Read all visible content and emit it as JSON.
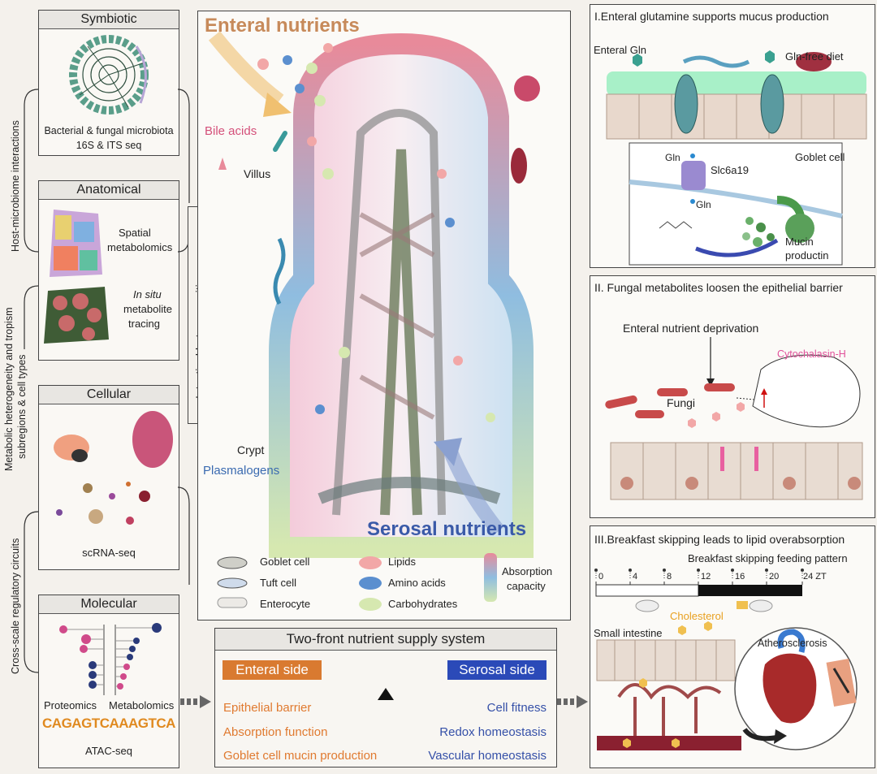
{
  "left_panel": {
    "symbiotic": {
      "title": "Symbiotic",
      "caption_line1": "Bacterial & fungal microbiota",
      "caption_line2": "16S & ITS seq"
    },
    "anatomical": {
      "title": "Anatomical",
      "spatial_line1": "Spatial",
      "spatial_line2": "metabolomics",
      "insitu_line1": "In situ",
      "insitu_line2": "metabolite",
      "insitu_line3": "tracing"
    },
    "cellular": {
      "title": "Cellular",
      "caption": "scRNA-seq"
    },
    "molecular": {
      "title": "Molecular",
      "proteomics": "Proteomics",
      "metabolomics": "Metabolomics",
      "atac_caption": "ATAC-seq",
      "motif": "CAGAGTCAAAGTCA"
    },
    "vertical_labels": {
      "host_microbiome": "Host-microbiome interactions",
      "metabolic_line1": "Metabolic heterogeneity and tropism",
      "metabolic_line2": "subregions & cell types",
      "cross_scale": "Cross-scale regulatory circuits"
    }
  },
  "intestinal_label": "Intestinal heterogeneities",
  "center_panel": {
    "enteral_nutrients": "Enteral nutrients",
    "bile_acids": "Bile acids",
    "villus": "Villus",
    "crypt": "Crypt",
    "plasmalogens": "Plasmalogens",
    "serosal_nutrients": "Serosal nutrients",
    "legend": {
      "goblet": "Goblet cell",
      "tuft": "Tuft cell",
      "enterocyte": "Enterocyte",
      "lipids": "Lipids",
      "amino_acids": "Amino acids",
      "carbohydrates": "Carbohydrates",
      "absorption_line1": "Absorption",
      "absorption_line2": "capacity"
    }
  },
  "bottom_panel": {
    "title": "Two-front nutrient supply system",
    "enteral_side": "Enteral side",
    "serosal_side": "Serosal side",
    "enteral_items": [
      "Epithelial barrier",
      "Absorption function",
      "Goblet cell mucin production"
    ],
    "serosal_items": [
      "Cell fitness",
      "Redox homeostasis",
      "Vascular homeostasis"
    ]
  },
  "panel_I": {
    "title": "I.Enteral glutamine supports mucus production",
    "enteral_gln": "Enteral Gln",
    "gln_free": "Gln-free diet",
    "gln_top": "Gln",
    "slc": "Slc6a19",
    "goblet": "Goblet cell",
    "gln_bottom": "Gln",
    "mucin_line1": "Mucin",
    "mucin_line2": "productin"
  },
  "panel_II": {
    "title": "II. Fungal metabolites loosen the epithelial barrier",
    "deprivation": "Enteral nutrient deprivation",
    "cytochalasin": "Cytochalasin-H",
    "fungi": "Fungi"
  },
  "panel_III": {
    "title": "III.Breakfast skipping leads to lipid overabsorption",
    "pattern": "Breakfast skipping feeding pattern",
    "ticks": [
      "0",
      "4",
      "8",
      "12",
      "16",
      "20",
      "24 ZT"
    ],
    "cholesterol": "Cholesterol",
    "small_intestine": "Small intestine",
    "atherosclerosis": "Atherosclerosis"
  },
  "colors": {
    "enteral": "#e07a30",
    "serosal": "#3550a8",
    "bile": "#d4507a",
    "lipid": "#f2a7a7",
    "amino": "#5b8fcf",
    "carb": "#d6e8b0"
  }
}
